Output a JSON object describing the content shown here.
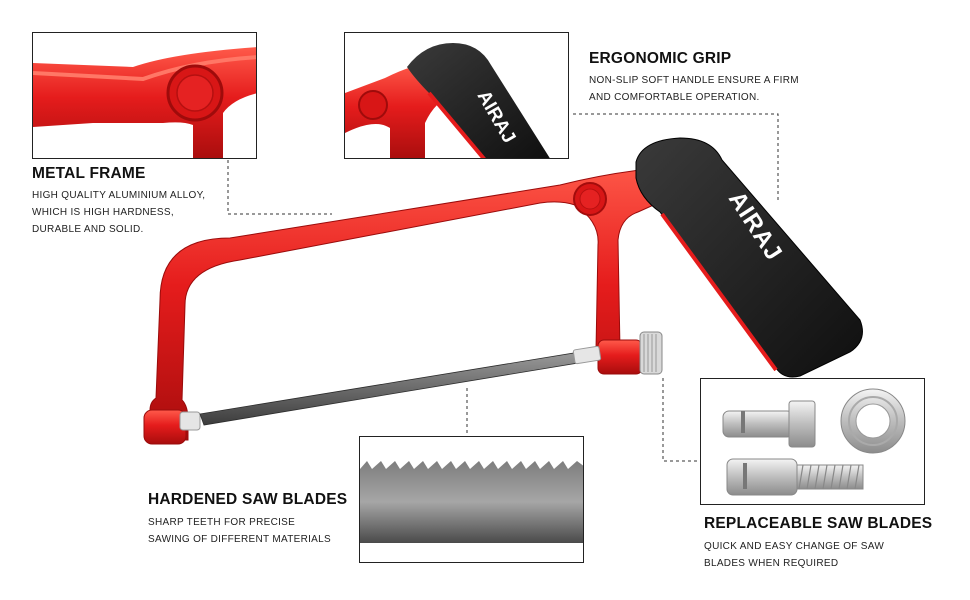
{
  "brand": "AIRAJ",
  "colors": {
    "frame_red": "#e51c1c",
    "grip_black": "#1c1c1c",
    "blade_gray": "#6b6b6b",
    "text": "#111111"
  },
  "features": {
    "metal_frame": {
      "title": "METAL FRAME",
      "lines": [
        "HIGH QUALITY ALUMINIUM ALLOY,",
        "WHICH IS HIGH HARDNESS,",
        "DURABLE AND SOLID."
      ]
    },
    "ergonomic_grip": {
      "title": "ERGONOMIC GRIP",
      "lines": [
        "NON-SLIP SOFT HANDLE ENSURE A FIRM",
        "AND COMFORTABLE OPERATION."
      ]
    },
    "hardened_blades": {
      "title": "HARDENED SAW BLADES",
      "lines": [
        "SHARP TEETH FOR PRECISE",
        "SAWING OF DIFFERENT MATERIALS"
      ]
    },
    "replaceable_blades": {
      "title": "REPLACEABLE SAW BLADES",
      "lines": [
        "QUICK AND EASY CHANGE OF SAW",
        "BLADES WHEN REQUIRED"
      ]
    }
  }
}
